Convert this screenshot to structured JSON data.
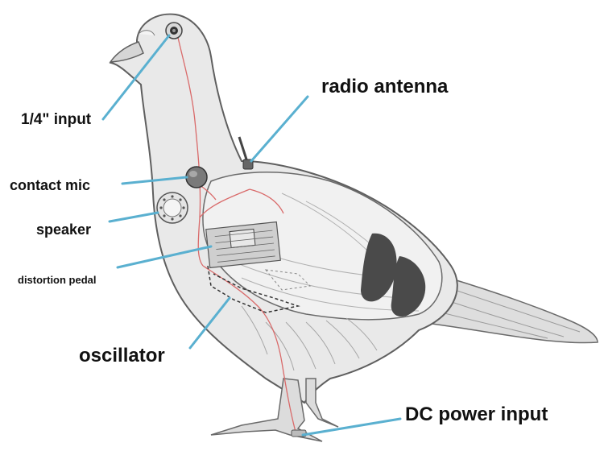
{
  "labels": {
    "quarter_inch_input": "1/4\" input",
    "radio_antenna": "radio antenna",
    "contact_mic": "contact mic",
    "speaker": "speaker",
    "distortion_pedal": "distortion pedal",
    "oscillator": "oscillator",
    "dc_power_input": "DC power input"
  },
  "colors": {
    "leader_line": "#5ab0d0",
    "wire": "#d96a6a",
    "body_fill": "#e8e8e8",
    "outline": "#666666",
    "bar_band": "#4a4a4a"
  }
}
